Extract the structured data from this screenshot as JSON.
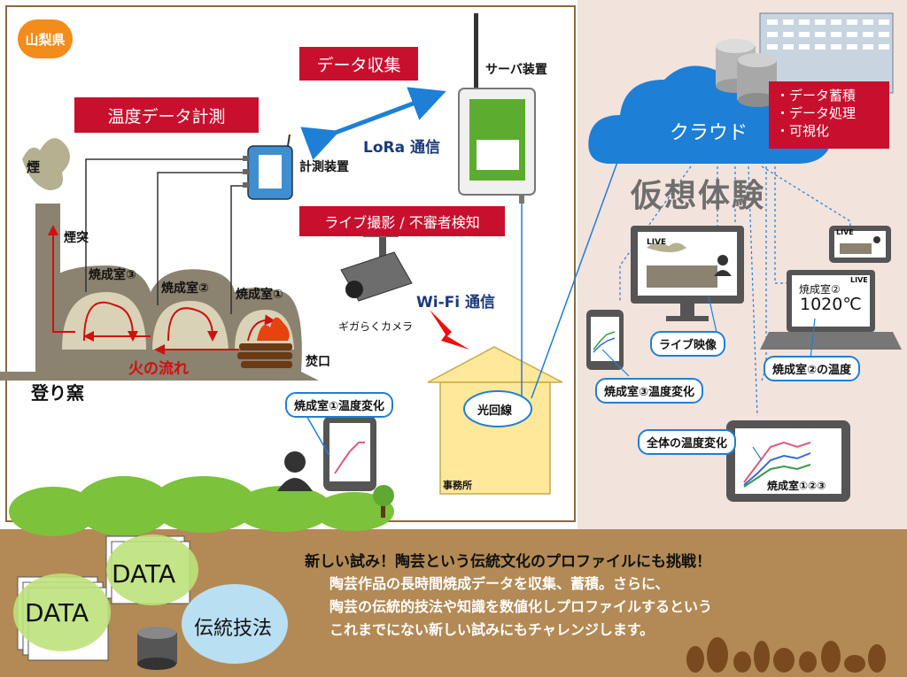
{
  "region_badge": "山梨県",
  "labels": {
    "temp_measure": "温度データ計測",
    "data_collect": "データ収集",
    "live_detect": "ライブ撮影 / 不審者検知",
    "lora": "LoRa 通信",
    "wifi": "Wi-Fi 通信",
    "server": "サーバ装置",
    "measure_device": "計測装置",
    "smoke": "煙",
    "chimney": "煙突",
    "chamber1": "焼成室①",
    "chamber2": "焼成室②",
    "chamber3": "焼成室③",
    "fire_mouth": "焚口",
    "fire_flow": "火の流れ",
    "kiln": "登り窯",
    "camera": "ギガらくカメラ",
    "office": "事務所",
    "fiber": "光回線",
    "tablet_label": "焼成室①温度変化"
  },
  "cloud": {
    "title": "クラウド",
    "features": [
      "・データ蓄積",
      "・データ処理",
      "・可視化"
    ]
  },
  "virtual": {
    "title": "仮想体験",
    "live_tag": "LIVE",
    "live_video": "ライブ映像",
    "phone_label": "焼成室③温度変化",
    "laptop_room": "焼成室②",
    "laptop_temp": "1020℃",
    "laptop_label": "焼成室②の温度",
    "overall_label": "全体の温度変化",
    "tablet_rooms": "焼成室①②③"
  },
  "bottom": {
    "data1": "DATA",
    "data2": "DATA",
    "tech": "伝統技法",
    "headline": "新しい試み！陶芸という伝統文化のプロファイルにも挑戦！",
    "lines": [
      "陶芸作品の長時間焼成データを収集、蓄積。さらに、",
      "陶芸の伝統的技法や知識を数値化しプロファイルするという",
      "これまでにない新しい試みにもチャレンジします。"
    ]
  },
  "colors": {
    "accent_red": "#c8102e",
    "cloud_blue": "#1e7fd6",
    "badge_orange": "#f28c1a",
    "bottom_brown": "#b38a55",
    "right_bg": "#f3e3dd"
  }
}
